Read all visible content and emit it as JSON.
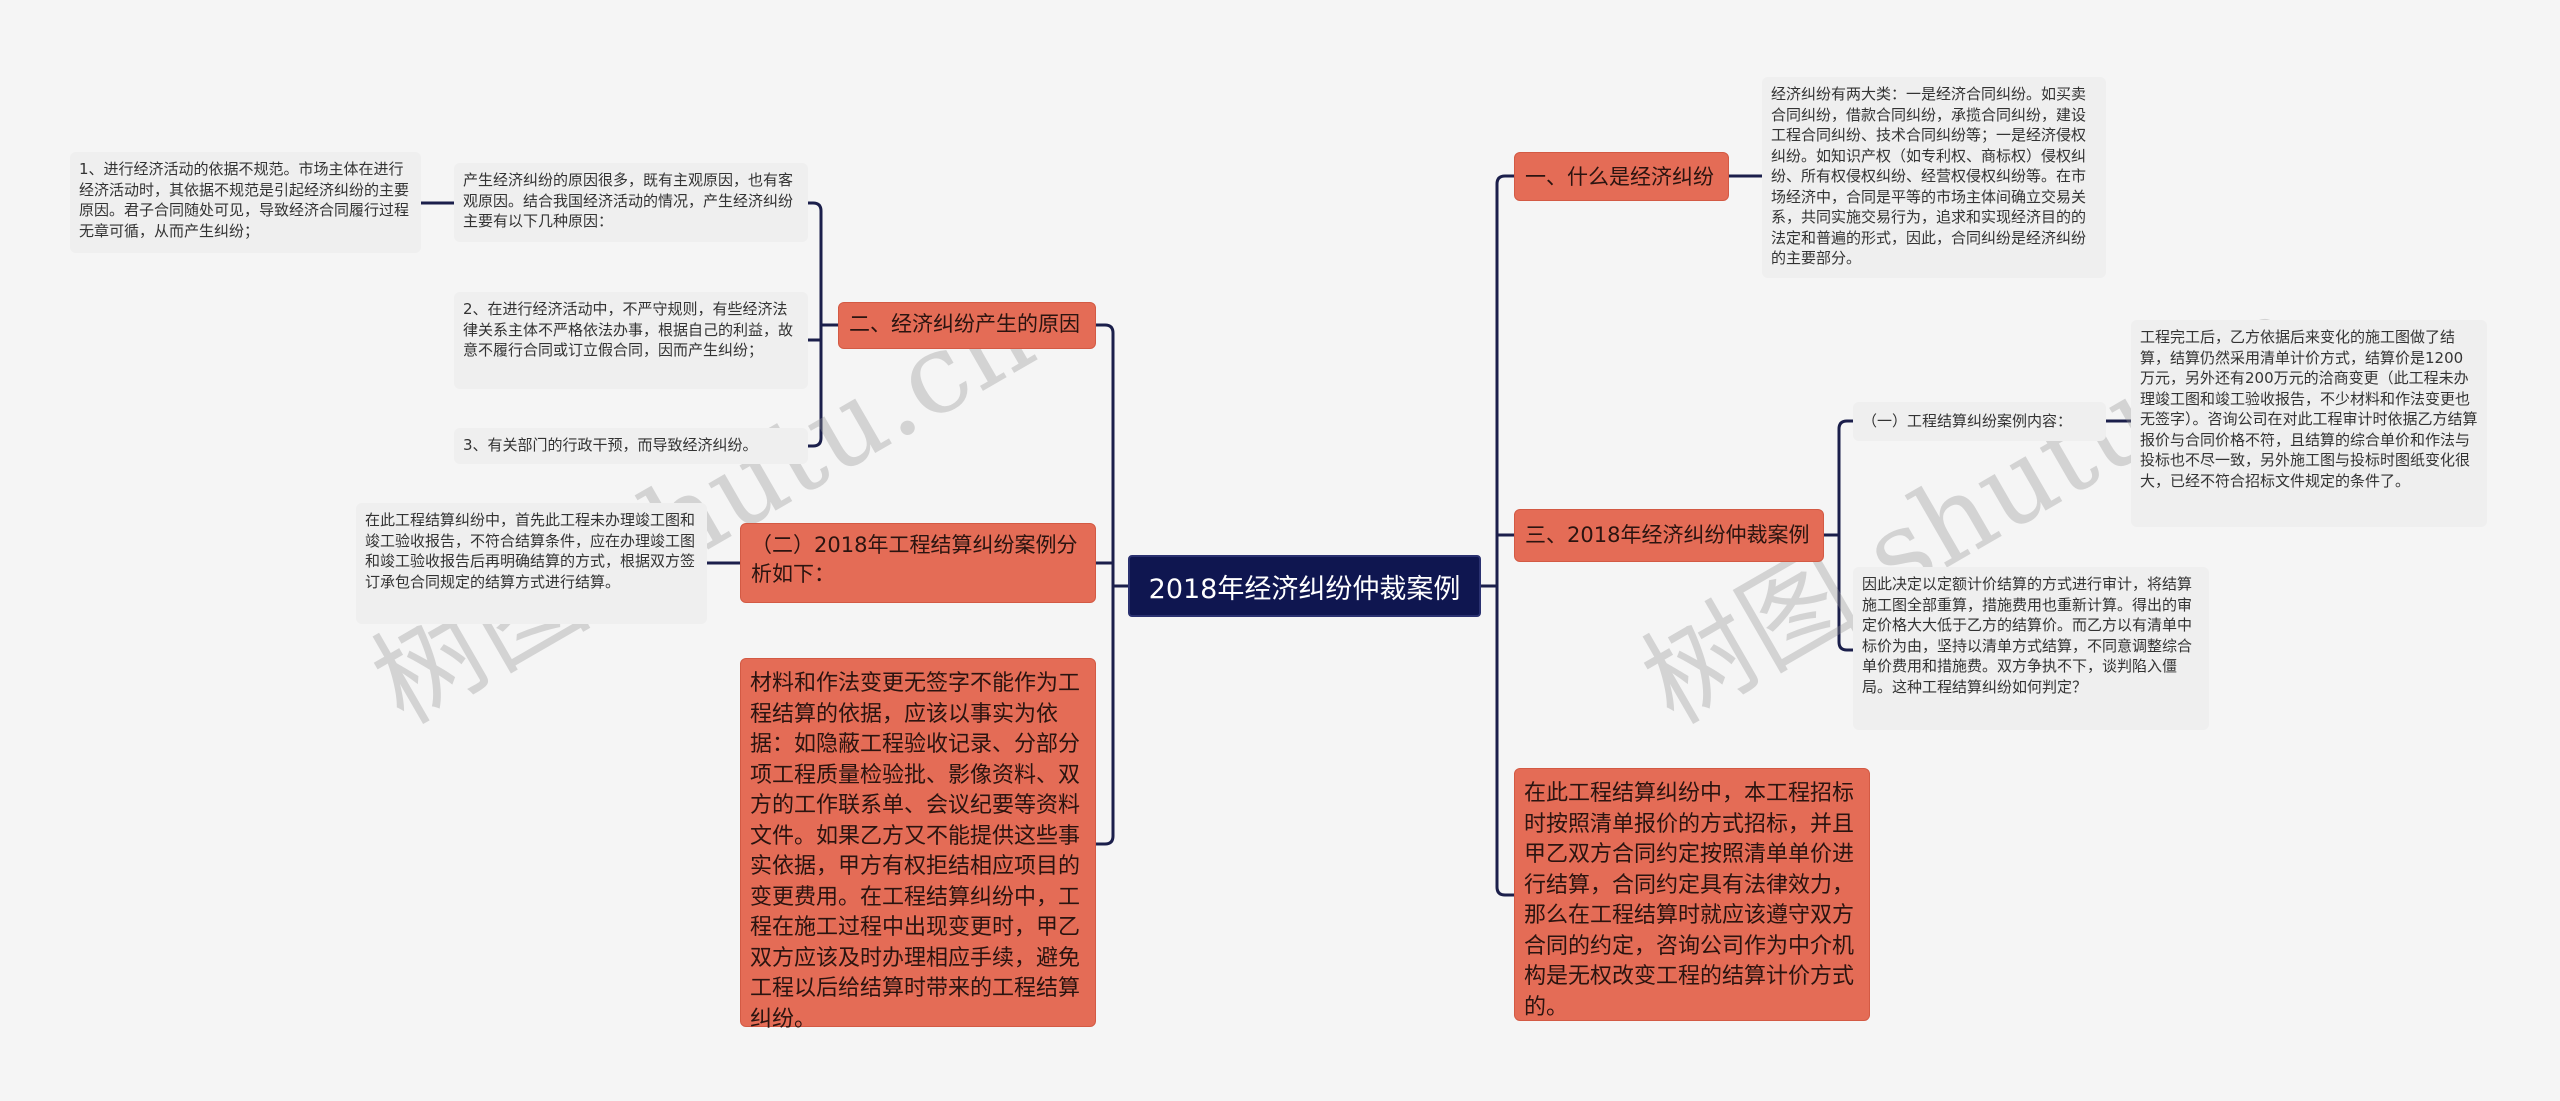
{
  "root": {
    "label": "2018年经济纠纷仲裁案例"
  },
  "colors": {
    "root": "#0f1650",
    "branch": "#e46c56",
    "leaf": "#efefef",
    "line": "#1b1f4b"
  },
  "left": {
    "causes": {
      "label": "二、经济纠纷产生的原因",
      "intro": "产生经济纠纷的原因很多，既有主观原因，也有客观原因。结合我国经济活动的情况，产生经济纠纷主要有以下几种原因：",
      "item1": "1、进行经济活动的依据不规范。市场主体在进行经济活动时，其依据不规范是引起经济纠纷的主要原因。君子合同随处可见，导致经济合同履行过程无章可循，从而产生纠纷；",
      "item2": "2、在进行经济活动中，不严守规则，有些经济法律关系主体不严格依法办事，根据自己的利益，故意不履行合同或订立假合同，因而产生纠纷；",
      "item3": "3、有关部门的行政干预，而导致经济纠纷。"
    },
    "analysis": {
      "label": "（二）2018年工程结算纠纷案例分析如下：",
      "detail": "在此工程结算纠纷中，首先此工程未办理竣工图和竣工验收报告，不符合结算条件，应在办理竣工图和竣工验收报告后再明确结算的方式，根据双方签订承包合同规定的结算方式进行结算。"
    },
    "materials": {
      "label": "材料和作法变更无签字不能作为工程结算的依据，应该以事实为依据：如隐蔽工程验收记录、分部分项工程质量检验批、影像资料、双方的工作联系单、会议纪要等资料文件。如果乙方又不能提供这些事实依据，甲方有权拒结相应项目的变更费用。在工程结算纠纷中，工程在施工过程中出现变更时，甲乙双方应该及时办理相应手续，避免工程以后给结算时带来的工程结算纠纷。"
    }
  },
  "right": {
    "what": {
      "label": "一、什么是经济纠纷",
      "detail": "经济纠纷有两大类：一是经济合同纠纷。如买卖合同纠纷，借款合同纠纷，承揽合同纠纷，建设工程合同纠纷、技术合同纠纷等；一是经济侵权纠纷。如知识产权（如专利权、商标权）侵权纠纷、所有权侵权纠纷、经营权侵权纠纷等。在市场经济中，合同是平等的市场主体间确立交易关系，共同实施交易行为，追求和实现经济目的的法定和普遍的形式，因此，合同纠纷是经济纠纷的主要部分。"
    },
    "cases": {
      "label": "三、2018年经济纠纷仲裁案例",
      "content_label": "（一）工程结算纠纷案例内容：",
      "content_detail": "工程完工后，乙方依据后来变化的施工图做了结算，结算仍然采用清单计价方式，结算价是1200万元，另外还有200万元的洽商变更（此工程未办理竣工图和竣工验收报告，不少材料和作法变更也无签字）。咨询公司在对此工程审计时依据乙方结算报价与合同价格不符，且结算的综合单价和作法与投标也不尽一致，另外施工图与投标时图纸变化很大，已经不符合招标文件规定的条件了。",
      "decision": "因此决定以定额计价结算的方式进行审计，将结算施工图全部重算，措施费用也重新计算。得出的审定价格大大低于乙方的结算价。而乙方以有清单中标价为由，坚持以清单方式结算，不同意调整综合单价费用和措施费。双方争执不下，谈判陷入僵局。这种工程结算纠纷如何判定？"
    },
    "conclusion": {
      "label": "在此工程结算纠纷中，本工程招标时按照清单报价的方式招标，并且甲乙双方合同约定按照清单单价进行结算，合同约定具有法律效力，那么在工程结算时就应该遵守双方合同的约定，咨询公司作为中介机构是无权改变工程的结算计价方式的。"
    }
  },
  "watermark": {
    "text1": "树图 shutu.cn",
    "text2": "树图 shutu.cn"
  }
}
